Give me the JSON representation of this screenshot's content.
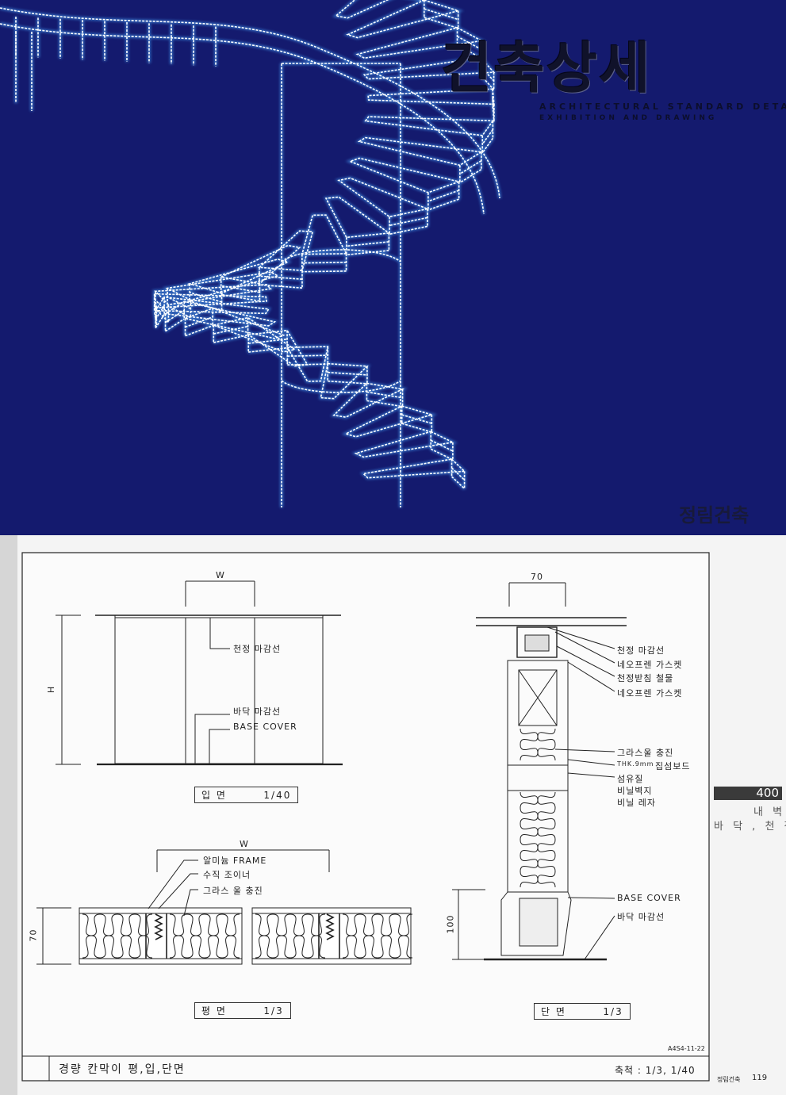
{
  "cover": {
    "title": "건축상세",
    "subtitle_line1": "ARCHITECTURAL STANDARD DETAIL",
    "subtitle_line2": "EXHIBITION AND DRAWING",
    "publisher": "정림건축",
    "colors": {
      "background": "#141a6e",
      "wire": "#ffffff",
      "wire_glow": "#4aa8ff"
    }
  },
  "drawing": {
    "elevation": {
      "dim_width": "W",
      "dim_height": "H",
      "callout_ceiling": "천정 마감선",
      "callout_floor": "바닥 마감선",
      "callout_base": "BASE COVER",
      "caption_name": "입 면",
      "caption_scale": "1/40"
    },
    "plan": {
      "dim_width": "W",
      "dim_depth": "70",
      "callout_frame": "알미늄 FRAME",
      "callout_joiner": "수직 조이너",
      "callout_fill": "그라스 울 충진",
      "caption_name": "평 면",
      "caption_scale": "1/3"
    },
    "section": {
      "dim_top": "70",
      "dim_base": "100",
      "callouts": [
        "천정 마감선",
        "네오프렌 가스켓",
        "천정받침 철물",
        "네오프렌 가스켓",
        "그라스울 충진",
        "THK.9mm",
        "집섬보드",
        "섬유질",
        "비닐벽지",
        "비닐 레자",
        "BASE COVER",
        "바닥 마감선"
      ],
      "caption_name": "단 면",
      "caption_scale": "1/3"
    },
    "drawing_code": "A4S4-11-22",
    "sheet_title": "경량 칸막이 평,입,단면",
    "scale_label": "축척 : 1/3, 1/40"
  },
  "sidebar": {
    "section_number": "400",
    "line1": "내 벽",
    "line2": "바 닥 , 천 정"
  },
  "footer": {
    "publisher": "정림건축",
    "page_number": "119"
  }
}
